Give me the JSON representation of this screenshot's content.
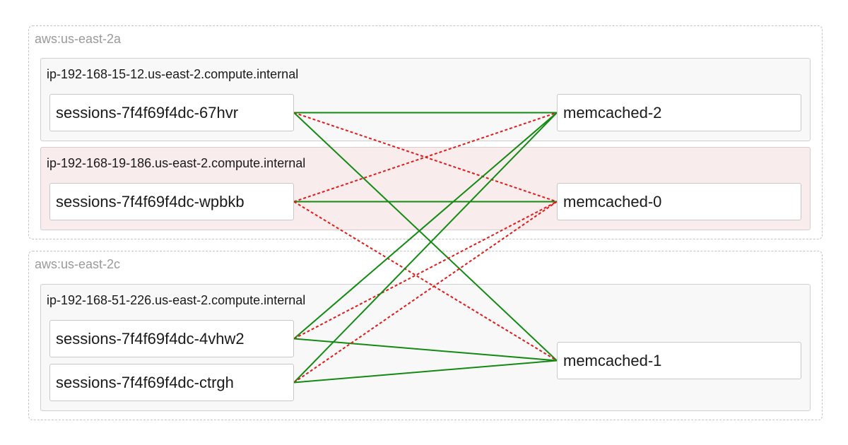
{
  "zones": [
    {
      "id": "zone-a",
      "label": "aws:us-east-2a"
    },
    {
      "id": "zone-c",
      "label": "aws:us-east-2c"
    }
  ],
  "nodes": [
    {
      "id": "node-1",
      "label": "ip-192-168-15-12.us-east-2.compute.internal"
    },
    {
      "id": "node-2",
      "label": "ip-192-168-19-186.us-east-2.compute.internal"
    },
    {
      "id": "node-3",
      "label": "ip-192-168-51-226.us-east-2.compute.internal"
    }
  ],
  "pods": {
    "sessions_67hvr": "sessions-7f4f69f4dc-67hvr",
    "sessions_wpbkb": "sessions-7f4f69f4dc-wpbkb",
    "sessions_4vhw2": "sessions-7f4f69f4dc-4vhw2",
    "sessions_ctrgh": "sessions-7f4f69f4dc-ctrgh",
    "memcached_2": "memcached-2",
    "memcached_0": "memcached-0",
    "memcached_1": "memcached-1"
  },
  "colors": {
    "connected": "#138a13",
    "disconnected": "#e31a1a",
    "highlighted_node": "#f8ecec"
  },
  "links": [
    {
      "from": "sessions_67hvr",
      "to": "memcached_2",
      "status": "connected"
    },
    {
      "from": "sessions_67hvr",
      "to": "memcached_0",
      "status": "disconnected"
    },
    {
      "from": "sessions_67hvr",
      "to": "memcached_1",
      "status": "connected"
    },
    {
      "from": "sessions_wpbkb",
      "to": "memcached_2",
      "status": "disconnected"
    },
    {
      "from": "sessions_wpbkb",
      "to": "memcached_0",
      "status": "connected"
    },
    {
      "from": "sessions_wpbkb",
      "to": "memcached_1",
      "status": "disconnected"
    },
    {
      "from": "sessions_4vhw2",
      "to": "memcached_2",
      "status": "connected"
    },
    {
      "from": "sessions_4vhw2",
      "to": "memcached_0",
      "status": "disconnected"
    },
    {
      "from": "sessions_4vhw2",
      "to": "memcached_1",
      "status": "connected"
    },
    {
      "from": "sessions_ctrgh",
      "to": "memcached_2",
      "status": "connected"
    },
    {
      "from": "sessions_ctrgh",
      "to": "memcached_0",
      "status": "disconnected"
    },
    {
      "from": "sessions_ctrgh",
      "to": "memcached_1",
      "status": "connected"
    }
  ]
}
